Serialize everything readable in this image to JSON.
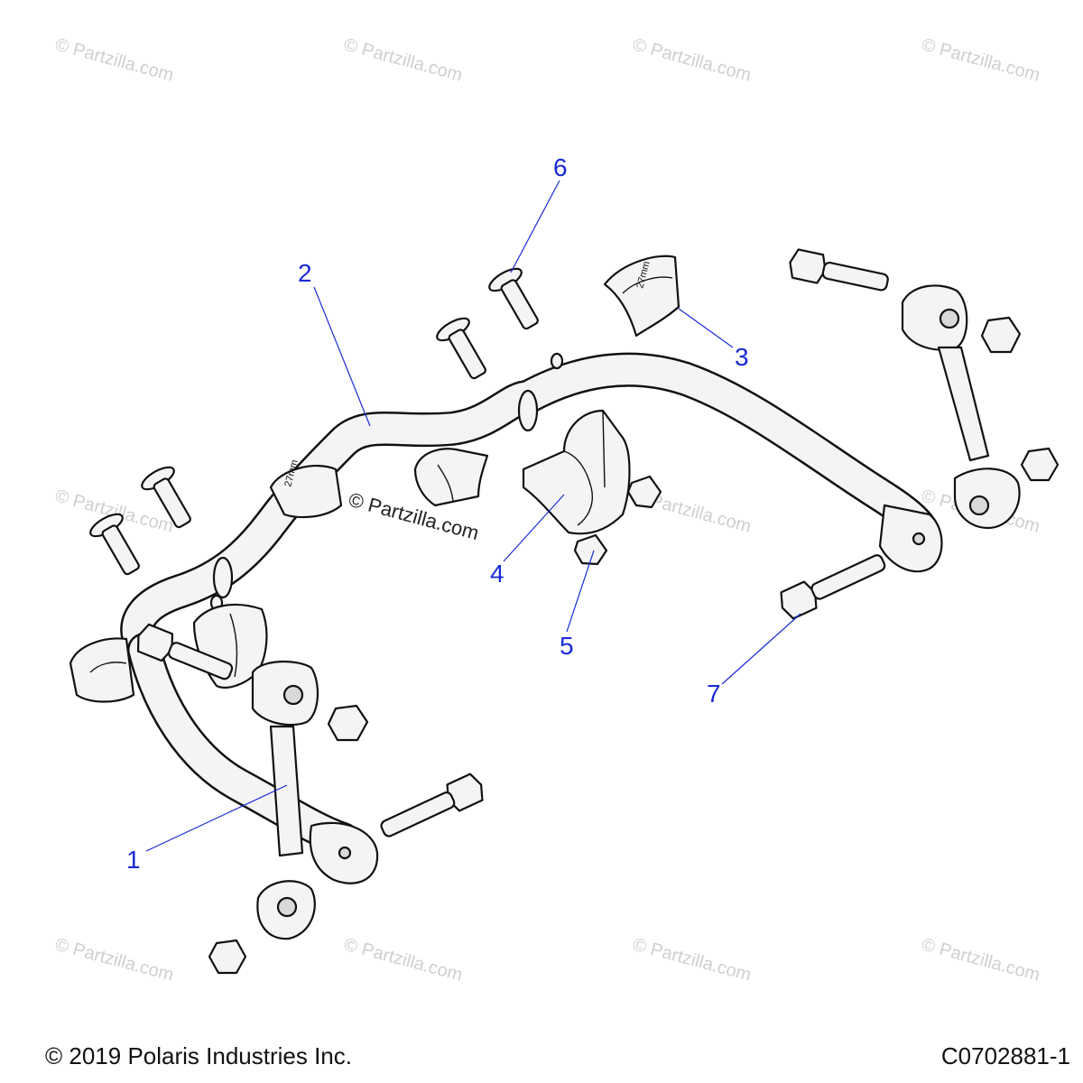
{
  "watermark": "© Partzilla.com",
  "center_watermark": "© Partzilla.com",
  "bushing_size_label": "27mm",
  "callouts": [
    {
      "id": "callout-1",
      "label": "1"
    },
    {
      "id": "callout-2",
      "label": "2"
    },
    {
      "id": "callout-3",
      "label": "3"
    },
    {
      "id": "callout-4",
      "label": "4"
    },
    {
      "id": "callout-5",
      "label": "5"
    },
    {
      "id": "callout-6",
      "label": "6"
    },
    {
      "id": "callout-7",
      "label": "7"
    }
  ],
  "footer": {
    "copyright": "© 2019 Polaris Industries Inc.",
    "drawing_code": "C0702881-1"
  },
  "colors": {
    "callout": "#1a2bd6",
    "line_art": "#111111",
    "watermark": "#cfcfcf"
  }
}
